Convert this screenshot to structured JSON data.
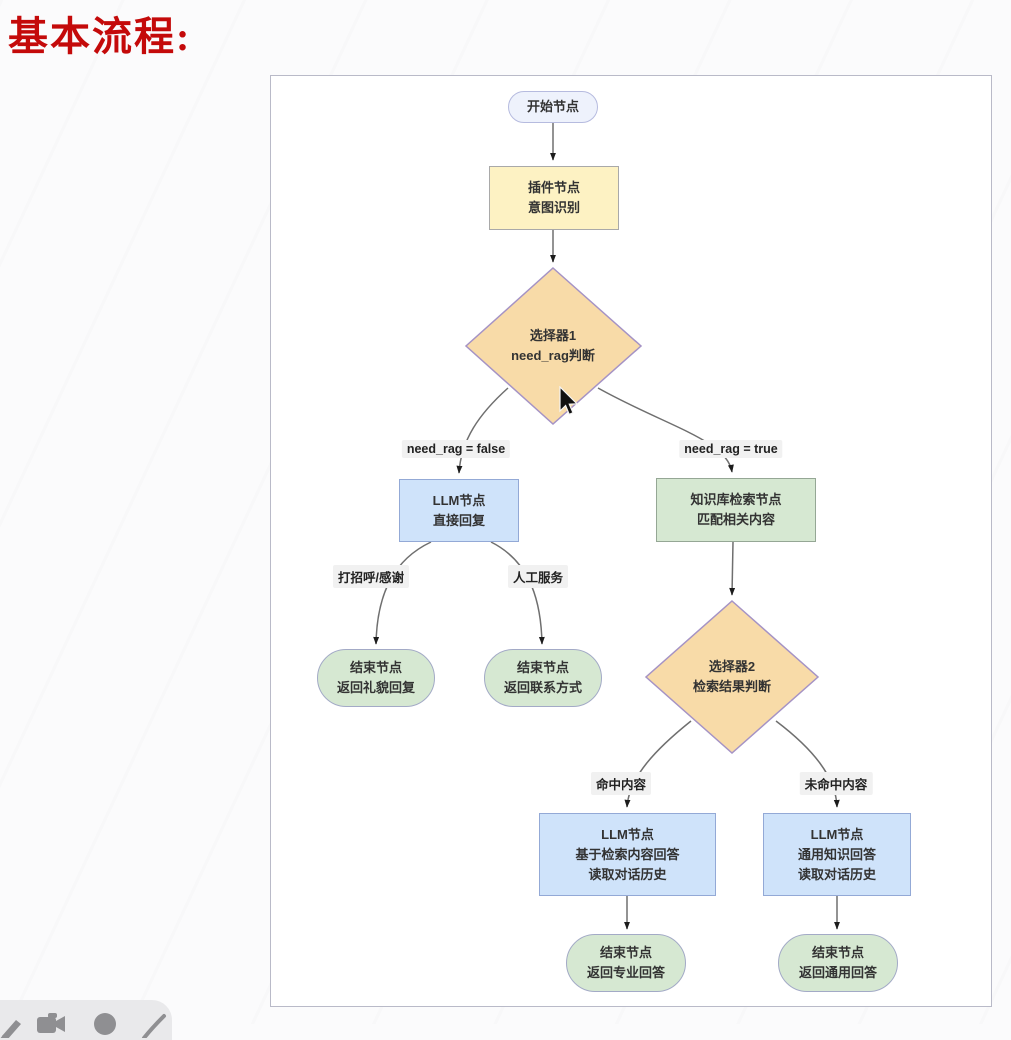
{
  "title": "基本流程:",
  "flowchart": {
    "nodes": {
      "start": {
        "type": "start",
        "lines": [
          "开始节点"
        ]
      },
      "plugin": {
        "type": "process",
        "lines": [
          "插件节点",
          "意图识别"
        ]
      },
      "selector1": {
        "type": "decision",
        "lines": [
          "选择器1",
          "need_rag判断"
        ]
      },
      "llm_direct": {
        "type": "process",
        "lines": [
          "LLM节点",
          "直接回复"
        ]
      },
      "kb_search": {
        "type": "process",
        "lines": [
          "知识库检索节点",
          "匹配相关内容"
        ]
      },
      "selector2": {
        "type": "decision",
        "lines": [
          "选择器2",
          "检索结果判断"
        ]
      },
      "end_polite": {
        "type": "end",
        "lines": [
          "结束节点",
          "返回礼貌回复"
        ]
      },
      "end_contact": {
        "type": "end",
        "lines": [
          "结束节点",
          "返回联系方式"
        ]
      },
      "llm_rag": {
        "type": "process",
        "lines": [
          "LLM节点",
          "基于检索内容回答",
          "读取对话历史"
        ]
      },
      "llm_general": {
        "type": "process",
        "lines": [
          "LLM节点",
          "通用知识回答",
          "读取对话历史"
        ]
      },
      "end_pro": {
        "type": "end",
        "lines": [
          "结束节点",
          "返回专业回答"
        ]
      },
      "end_general": {
        "type": "end",
        "lines": [
          "结束节点",
          "返回通用回答"
        ]
      }
    },
    "edge_labels": {
      "need_rag_false": "need_rag = false",
      "need_rag_true": "need_rag = true",
      "greeting": "打招呼/感谢",
      "human_service": "人工服务",
      "hit": "命中内容",
      "miss": "未命中内容"
    },
    "edges": [
      {
        "from": "start",
        "to": "plugin"
      },
      {
        "from": "plugin",
        "to": "selector1"
      },
      {
        "from": "selector1",
        "to": "llm_direct",
        "label": "need_rag = false"
      },
      {
        "from": "selector1",
        "to": "kb_search",
        "label": "need_rag = true"
      },
      {
        "from": "llm_direct",
        "to": "end_polite",
        "label": "打招呼/感谢"
      },
      {
        "from": "llm_direct",
        "to": "end_contact",
        "label": "人工服务"
      },
      {
        "from": "kb_search",
        "to": "selector2"
      },
      {
        "from": "selector2",
        "to": "llm_rag",
        "label": "命中内容"
      },
      {
        "from": "selector2",
        "to": "llm_general",
        "label": "未命中内容"
      },
      {
        "from": "llm_rag",
        "to": "end_pro"
      },
      {
        "from": "llm_general",
        "to": "end_general"
      }
    ],
    "colors": {
      "title_red": "#c40a0a",
      "start_fill": "#eef2fc",
      "plugin_fill": "#fdf2c3",
      "decision_fill": "#f8dba8",
      "llm_fill": "#cfe3fa",
      "kb_fill": "#d6e8d2",
      "end_fill": "#d6e8d2"
    }
  },
  "toolbar": {
    "icons": [
      "pen-icon",
      "camera-icon",
      "mic-icon",
      "check-icon"
    ]
  }
}
